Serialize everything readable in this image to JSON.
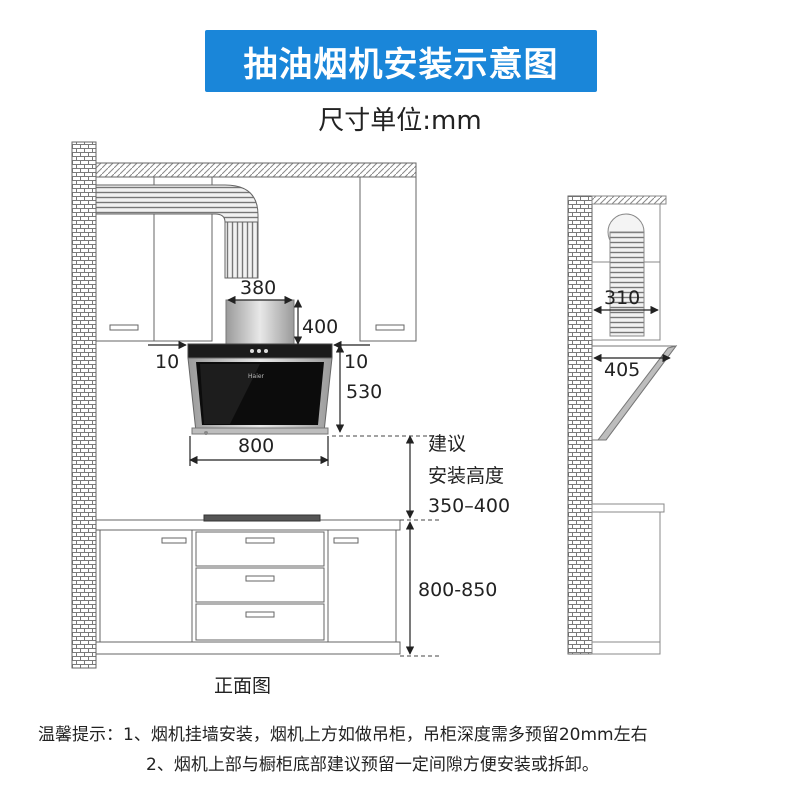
{
  "title": "抽油烟机安装示意图",
  "unit": "尺寸单位:mm",
  "front_view": {
    "caption": "正面图",
    "dim_duct_width": "380",
    "dim_duct_height": "400",
    "dim_gap_left": "10",
    "dim_gap_right": "10",
    "dim_hood_height": "530",
    "dim_hood_width": "800",
    "install_height_label_1": "建议",
    "install_height_label_2": "安装高度",
    "install_height_value": "350–400",
    "dim_cabinet_height": "800-850",
    "brand": "Haier"
  },
  "side_view": {
    "dim_duct_depth": "310",
    "dim_hood_depth": "405"
  },
  "note": {
    "prefix": "温馨提示：",
    "line1": "1、烟机挂墙安装，烟机上方如做吊柜，吊柜深度需多预留20mm左右",
    "line2": "2、烟机上部与橱柜底部建议预留一定间隙方便安装或拆卸。"
  },
  "colors": {
    "title_bg": "#1a86d9",
    "line": "#555555",
    "hood_glass": "#0c0c0c",
    "steel": "#c8c8c8"
  }
}
